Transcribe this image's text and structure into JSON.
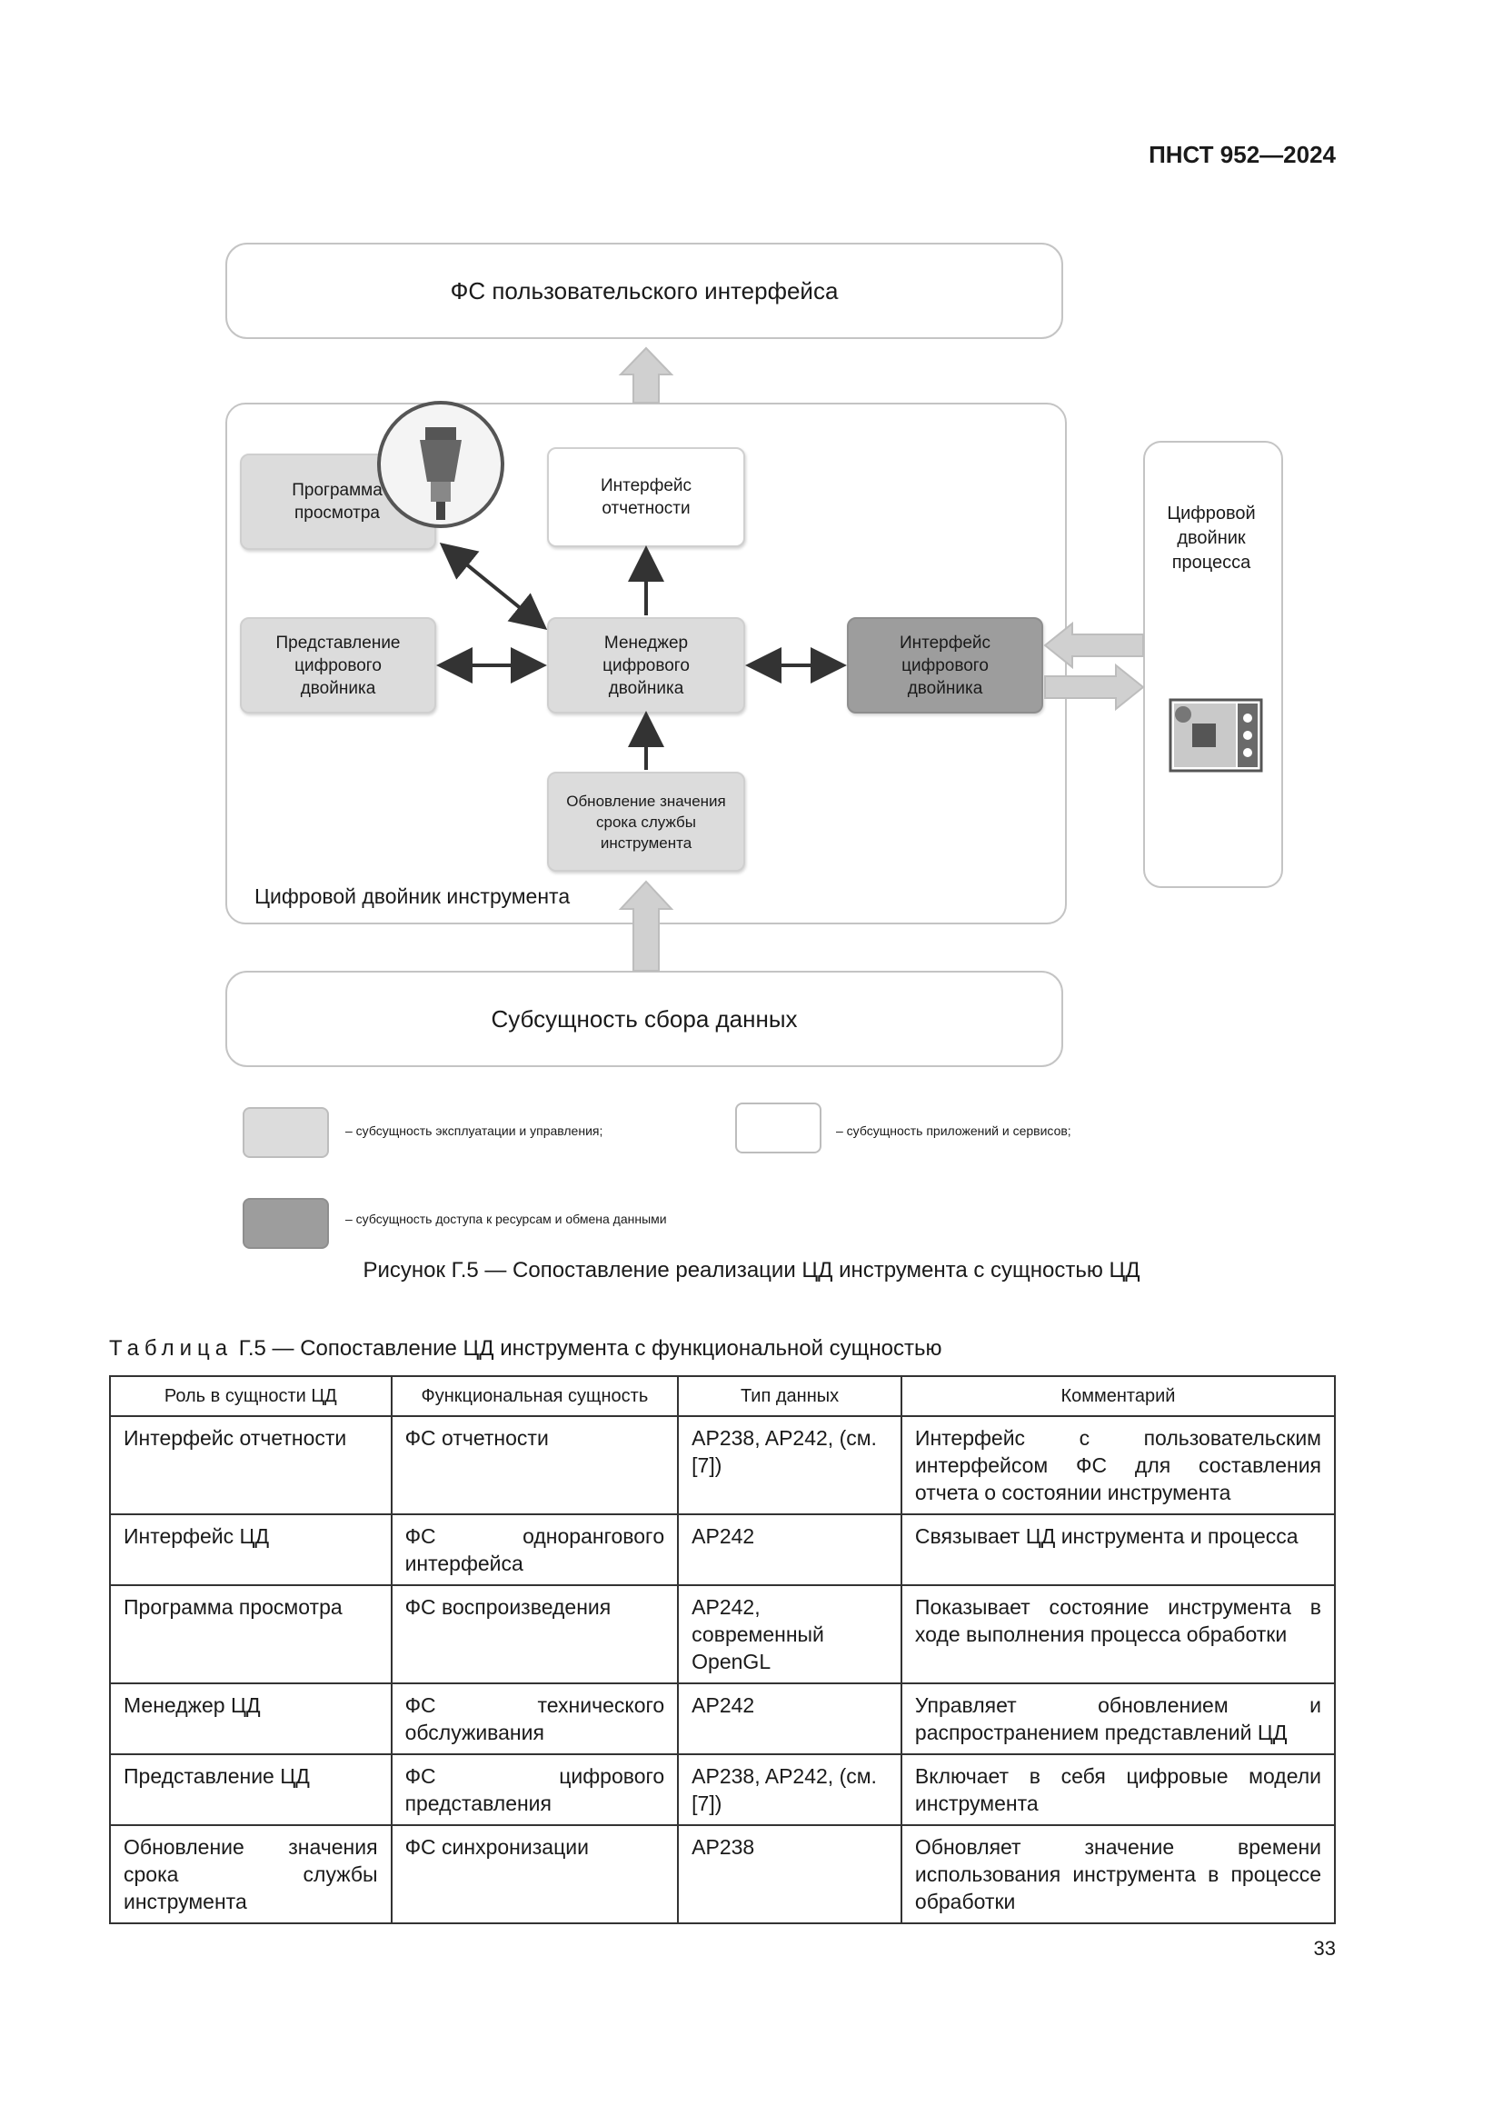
{
  "header": {
    "doc_code": "ПНСТ 952—2024"
  },
  "diagram": {
    "ui_box": "ФС пользовательского интерфейса",
    "data_box": "Субсущность сбора данных",
    "twin_frame_label": "Цифровой двойник инструмента",
    "process_box": "Цифровой двойник процесса",
    "viewer": "Программа просмотра",
    "report_interface": "Интерфейс отчетности",
    "representation": "Представление цифрового двойника",
    "manager": "Менеджер цифрового двойника",
    "twin_interface": "Интерфейс цифрового двойника",
    "update": "Обновление значения срока службы инструмента",
    "colors": {
      "light": "#dcdcdc",
      "white": "#ffffff",
      "dark": "#9d9d9d"
    }
  },
  "legend": {
    "light": "– субсущность эксплуатации и управления;",
    "white": "– субсущность приложений и сервисов;",
    "dark": "– субсущность доступа к ресурсам и обмена данными"
  },
  "figure_caption": "Рисунок Г.5 — Сопоставление реализации ЦД инструмента с сущностью ЦД",
  "table": {
    "title_prefix": "Таблица",
    "title_rest": "Г.5 — Сопоставление ЦД инструмента с функциональной сущностью",
    "headers": [
      "Роль в сущности ЦД",
      "Функциональная сущность",
      "Тип данных",
      "Комментарий"
    ],
    "rows": [
      [
        "Интерфейс отчетности",
        "ФС отчетности",
        "AP238, AP242, (см. [7])",
        "Интерфейс с пользовательским интерфейсом ФС для составления отчета о состоянии инструмента"
      ],
      [
        "Интерфейс ЦД",
        "ФС одноранговогo интерфейса",
        "AP242",
        "Связывает ЦД инструмента и процесса"
      ],
      [
        "Программа просмотра",
        "ФС воспроизведения",
        "AP242, современный OpenGL",
        "Показывает состояние инструмента в ходе выполнения процесса обработки"
      ],
      [
        "Менеджер ЦД",
        "ФС технического обслуживания",
        "AP242",
        "Управляет обновлением и распространением представлений ЦД"
      ],
      [
        "Представление ЦД",
        "ФС цифрового представления",
        "AP238, AP242, (см. [7])",
        "Включает в себя цифровые модели инструмента"
      ],
      [
        "Обновление значения срока службы инструмента",
        "ФС синхронизации",
        "AP238",
        "Обновляет значение времени использования инструмента в процессе обработки"
      ]
    ]
  },
  "page_number": "33"
}
